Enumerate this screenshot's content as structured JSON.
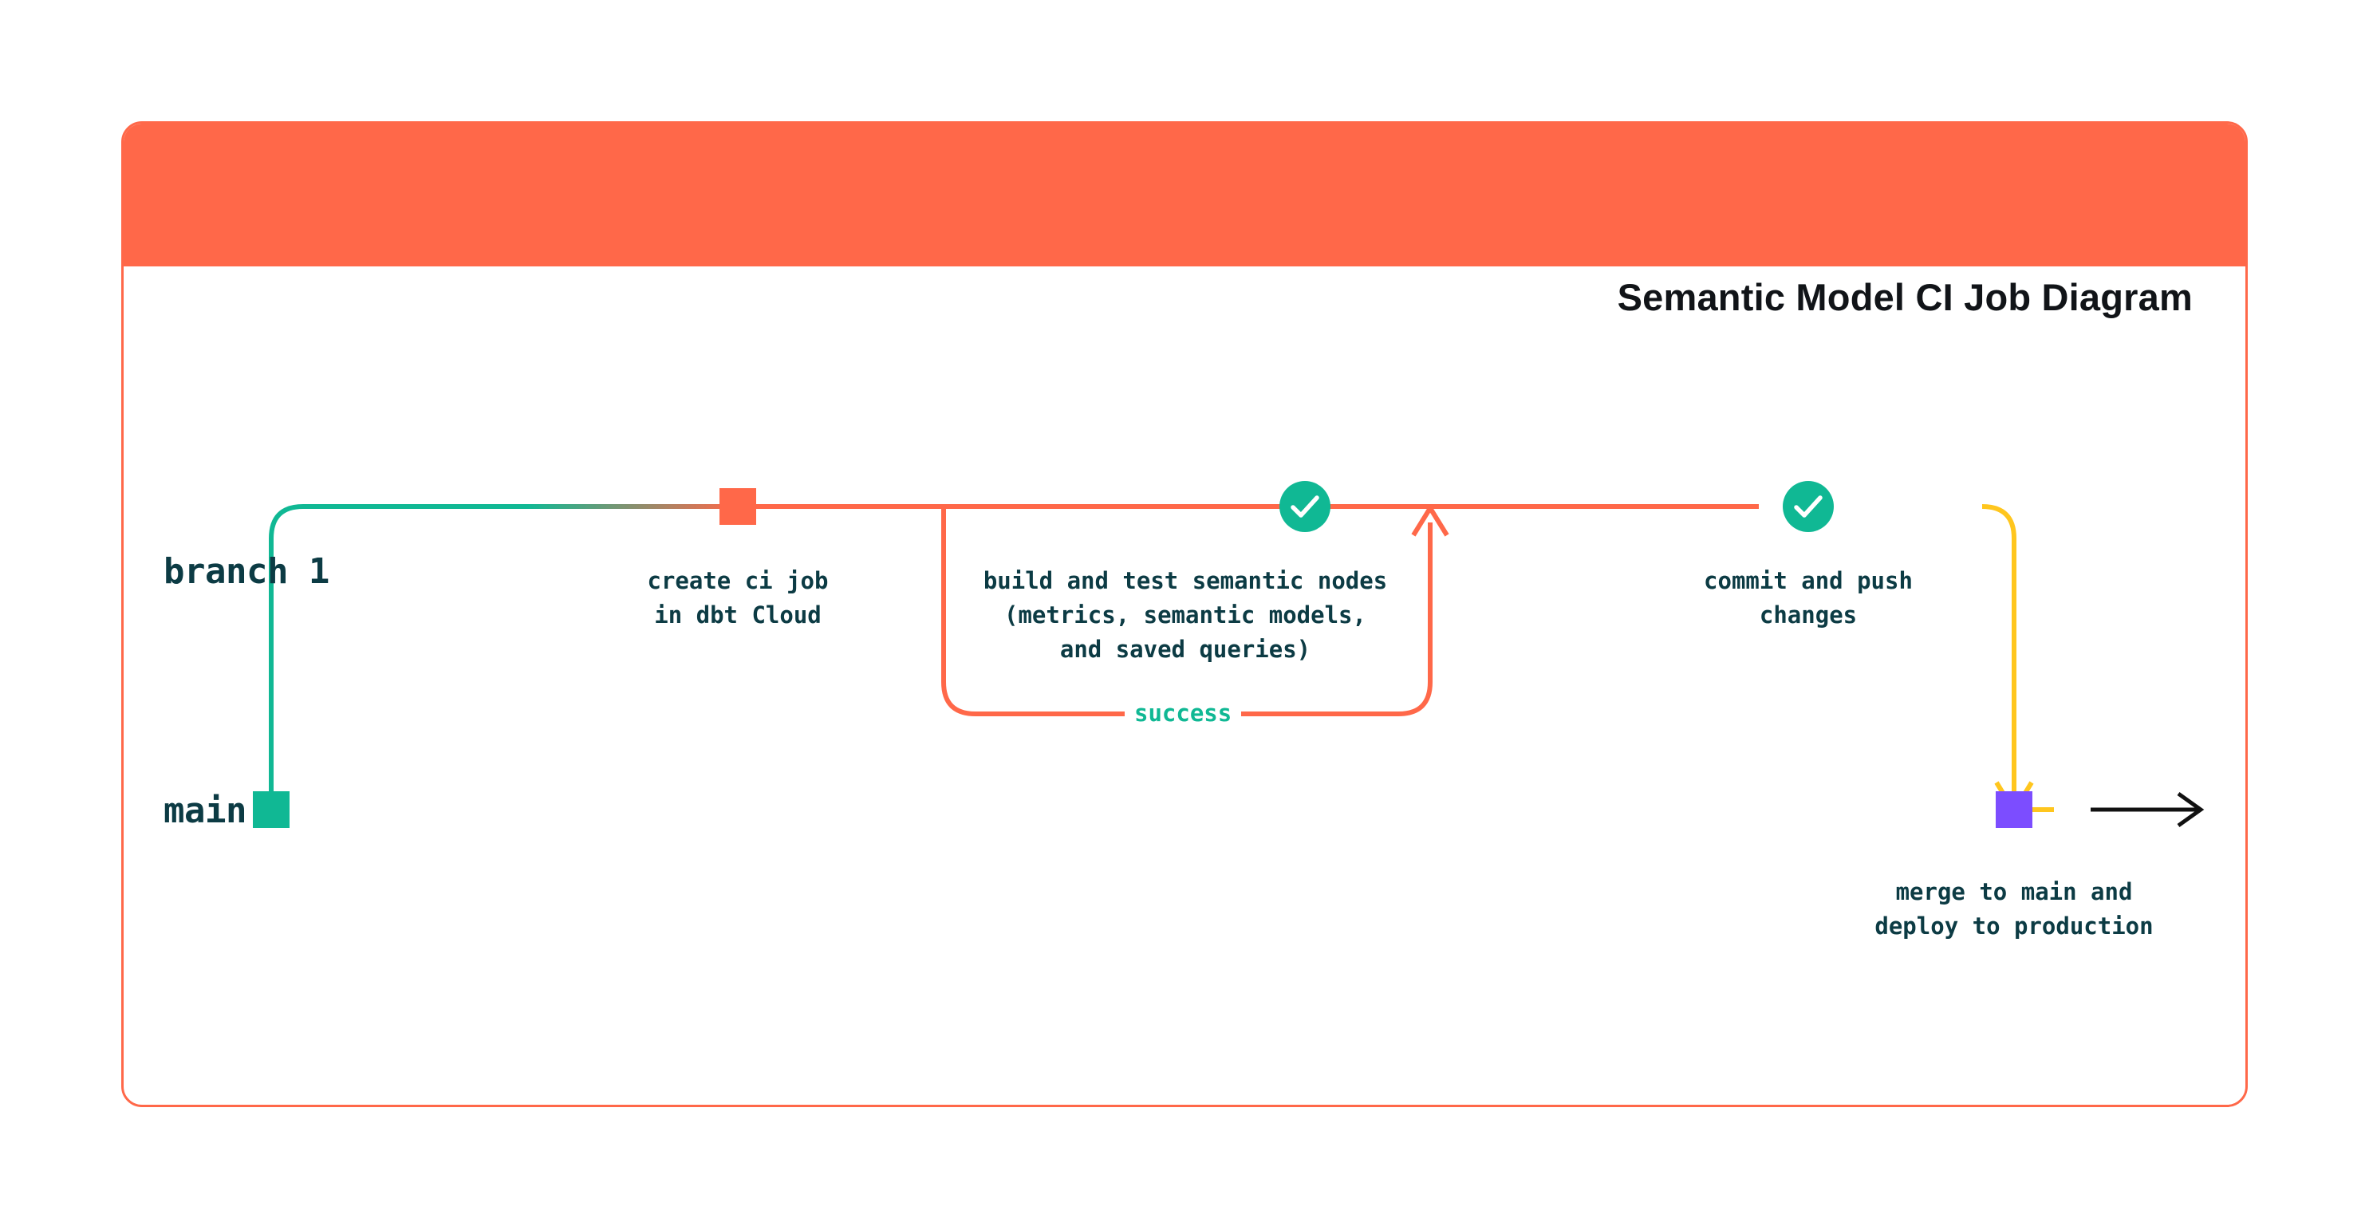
{
  "card": {
    "title": "Semantic Model CI Job Diagram",
    "logo_icon": "dbt-logo-icon",
    "header_color": "#FF6849",
    "border_color": "#FF6849"
  },
  "diagram": {
    "type": "git-branch-flow",
    "lanes": [
      {
        "id": "branch-1",
        "label": "branch 1",
        "color": "#FF6849"
      },
      {
        "id": "main",
        "label": "main",
        "color": "#10B894"
      }
    ],
    "nodes": [
      {
        "id": "create-ci-job",
        "lane": "branch-1",
        "marker": "square",
        "color": "#FF6849",
        "label": "create ci job\nin dbt Cloud"
      },
      {
        "id": "build-and-test",
        "lane": "branch-1",
        "marker": "check-circle",
        "color": "#10B894",
        "label": "build and test semantic nodes\n(metrics, semantic models,\nand saved queries)"
      },
      {
        "id": "commit-and-push",
        "lane": "branch-1",
        "marker": "check-circle",
        "color": "#10B894",
        "label": "commit and push\nchanges"
      },
      {
        "id": "merge-to-main",
        "lane": "main",
        "marker": "square",
        "color": "#7C4DFF",
        "label": "merge to main and\ndeploy to production"
      },
      {
        "id": "main-start",
        "lane": "main",
        "marker": "square",
        "color": "#10B894",
        "label": ""
      }
    ],
    "edges": [
      {
        "id": "branch-off",
        "from": "main-start",
        "to": "create-ci-job",
        "color_from": "#10B894",
        "color_to": "#FF6849"
      },
      {
        "id": "success-loop",
        "from": "build-and-test",
        "to": "build-and-test",
        "label": "success",
        "label_color": "#10B894",
        "color": "#FF6849",
        "arrow": "up"
      },
      {
        "id": "push-to-merge",
        "from": "commit-and-push",
        "to": "merge-to-main",
        "color_from": "#FF6849",
        "color_to": "#FFC61E",
        "arrow": "down"
      },
      {
        "id": "main-continues",
        "from": "merge-to-main",
        "to": "",
        "color": "#111111",
        "arrow": "right"
      }
    ],
    "colors": {
      "orange": "#FF6849",
      "green": "#10B894",
      "yellow": "#FFC61E",
      "purple": "#7C4DFF",
      "text_dark": "#0C3B44",
      "black": "#111111"
    }
  }
}
